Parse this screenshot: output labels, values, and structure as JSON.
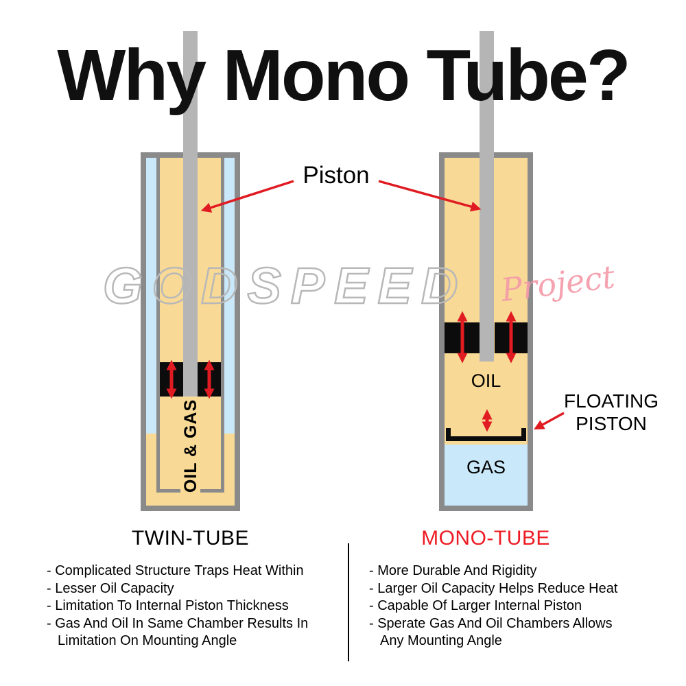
{
  "title": "Why Mono Tube?",
  "watermark": {
    "main": "GODSPEED",
    "sub": "Project"
  },
  "labels": {
    "piston": "Piston",
    "floating_piston": "FLOATING PISTON",
    "oil_gas": "OIL & GAS",
    "oil": "OIL",
    "gas": "GAS",
    "twin_tube": "TWIN-TUBE",
    "mono_tube": "MONO-TUBE"
  },
  "colors": {
    "tan_oil": "#f8d995",
    "gas_blue": "#c9e9fa",
    "tube_gray": "#8a8a8a",
    "rod_gray": "#b5b5b5",
    "arrow_red": "#e01b22",
    "mono_caption_red": "#ed1c24",
    "watermark_gray": "#b8b8b8",
    "watermark_pink": "#f49aa9"
  },
  "twin_list": {
    "l1": "- Complicated Structure Traps Heat Within",
    "l2": "- Lesser Oil Capacity",
    "l3": "- Limitation To Internal Piston Thickness",
    "l4": "- Gas And Oil In Same Chamber Results In",
    "l5": "Limitation On Mounting Angle"
  },
  "mono_list": {
    "l1": "- More Durable And Rigidity",
    "l2": "- Larger Oil Capacity Helps Reduce Heat",
    "l3": "- Capable Of Larger Internal Piston",
    "l4": "- Sperate Gas And Oil Chambers Allows",
    "l5": "Any Mounting Angle"
  }
}
